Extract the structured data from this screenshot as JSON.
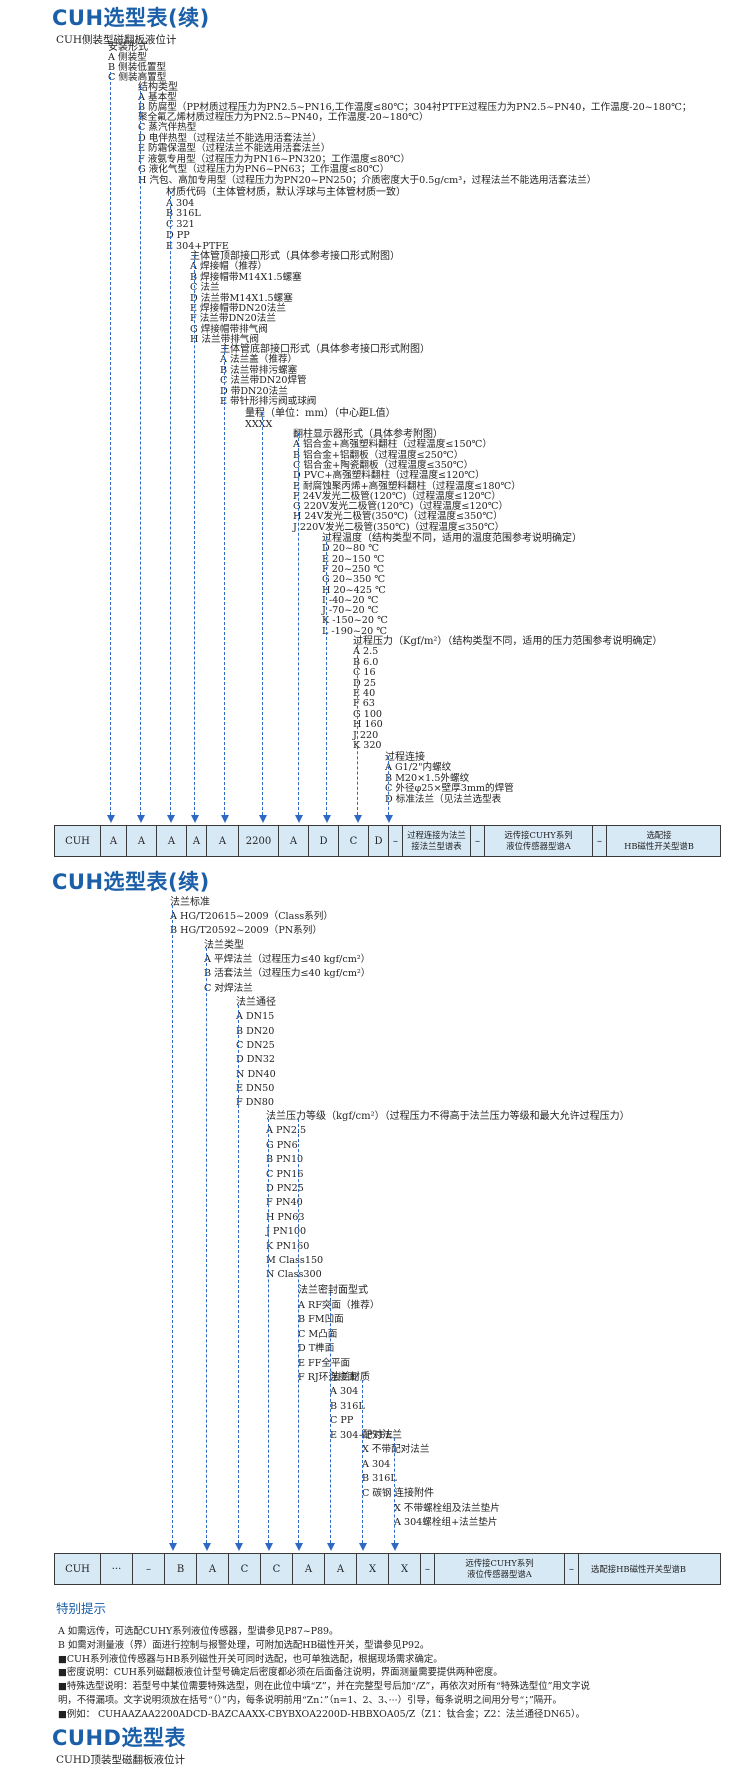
{
  "section1": {
    "title": "CUH选型表(续)",
    "subtitle": "CUH侧装型磁翻板液位计",
    "lines": [
      "安装形式",
      "A  侧装型",
      "B  侧装低置型",
      "C  侧装高置型",
      "结构类型",
      "A  基本型",
      "B  防腐型（PP材质过程压力为PN2.5~PN16,工作温度≤80℃；304衬PTFE过程压力为PN2.5~PN40，工作温度-20~180℃；",
      "聚全氟乙烯材质过程压力为PN2.5~PN40，工作温度-20~180℃）",
      "C  蒸汽伴热型",
      "D  电伴热型（过程法兰不能选用活套法兰）",
      "E  防霜保温型（过程法兰不能选用活套法兰）",
      "F  液氨专用型（过程压力为PN16~PN320；工作温度≤80℃）",
      "G  液化气型（过程压力为PN6~PN63；工作温度≤80℃）",
      "H  汽包、高加专用型（过程压力为PN20~PN250；介质密度大于0.5g/cm³，过程法兰不能选用活套法兰）",
      "材质代码（主体管材质，默认浮球与主体管材质一致）",
      "A  304",
      "B  316L",
      "C  321",
      "D  PP",
      "E  304+PTFE",
      "主体管顶部接口形式（具体参考接口形式附图）",
      "A  焊接帽（推荐）",
      "B  焊接帽带M14X1.5螺塞",
      "C  法兰",
      "D  法兰带M14X1.5螺塞",
      "E  焊接帽带DN20法兰",
      "F  法兰带DN20法兰",
      "G  焊接帽带排气阀",
      "H  法兰带排气阀",
      "主体管底部接口形式（具体参考接口形式附图）",
      "A  法兰盖（推荐）",
      "B  法兰带排污螺塞",
      "C  法兰带DN20焊管",
      "D  带DN20法兰",
      "E  带针形排污阀或球阀",
      "量程（单位：mm）（中心距L值）",
      "XXXX",
      "翻柱显示器形式（具体参考附图）",
      "A  铝合金+高强塑料翻柱（过程温度≤150℃）",
      "B  铝合金+铝翻板（过程温度≤250℃）",
      "C  铝合金+陶瓷翻板（过程温度≤350℃）",
      "D  PVC+高强塑料翻柱（过程温度≤120℃）",
      "E  耐腐蚀聚丙烯+高强塑料翻柱（过程温度≤180℃）",
      "F  24V发光二极管(120℃)（过程温度≤120℃）",
      "G  220V发光二极管(120℃)（过程温度≤120℃）",
      "H  24V发光二极管(350℃)（过程温度≤350℃）",
      "J  220V发光二极管(350℃)（过程温度≤350℃）",
      "过程温度（结构类型不同，适用的温度范围参考说明确定）",
      "D  20~80 ℃",
      "E  20~150 ℃",
      "F  20~250 ℃",
      "G  20~350 ℃",
      "H  20~425 ℃",
      "I  -40~20 ℃",
      "J  -70~20 ℃",
      "K  -150~20 ℃",
      "L  -190~20 ℃",
      "过程压力（Kgf/m²）（结构类型不同，适用的压力范围参考说明确定）",
      "A  2.5",
      "B  6.0",
      "C  16",
      "D  25",
      "E  40",
      "F  63",
      "G  100",
      "H  160",
      "J  220",
      "K  320",
      "过程连接",
      "A  G1/2\"内螺纹",
      "B  M20×1.5外螺纹",
      "C  外径φ25×壁厚3mm的焊管",
      "D  标准法兰（见法兰选型表"
    ],
    "code_cells": [
      "CUH",
      "A",
      "A",
      "A",
      "A",
      "A",
      "2200",
      "A",
      "D",
      "C",
      "D",
      "–",
      "过程连接为法兰\n接法兰型谱表",
      "–",
      "远传接CUHY系列\n液位传感器型谱A",
      "–",
      "选配接\nHB磁性开关型谱B"
    ]
  },
  "section2": {
    "title": "CUH选型表(续)",
    "lines": [
      "法兰标准",
      "A  HG/T20615~2009（Class系列）",
      "B  HG/T20592~2009（PN系列）",
      "法兰类型",
      "A  平焊法兰（过程压力≤40 kgf/cm²）",
      "B  活套法兰（过程压力≤40 kgf/cm²）",
      "C  对焊法兰",
      "法兰通径",
      "A  DN15",
      "B  DN20",
      "C  DN25",
      "D  DN32",
      "N  DN40",
      "E  DN50",
      "F  DN80",
      "法兰压力等级（kgf/cm²）（过程压力不得高于法兰压力等级和最大允许过程压力）",
      "A  PN2.5",
      "G  PN6",
      "B  PN10",
      "C  PN16",
      "D  PN25",
      "F  PN40",
      "H PN63",
      "J  PN100",
      "K PN160",
      "M Class150",
      "N Class300",
      "法兰密封面型式",
      "A  RF突面（推荐）",
      "B  FM凹面",
      "C  M凸面",
      "D  T榫面",
      "E  FF全平面",
      "F  RJ环连接面",
      "法兰材质",
      "A  304",
      "B  316L",
      "C  PP",
      "E  304+PTFE",
      "配对法兰",
      "X  不带配对法兰",
      "A  304",
      "B  316L",
      "C  碳钢",
      "连接附件",
      "X  不带螺栓组及法兰垫片",
      "A  304螺栓组+法兰垫片"
    ],
    "code_cells": [
      "CUH",
      "···",
      "–",
      "B",
      "A",
      "C",
      "C",
      "A",
      "A",
      "X",
      "X",
      "–",
      "远传接CUHY系列\n液位传感器型谱A",
      "–",
      "选配接HB磁性开关型谱B"
    ]
  },
  "notes": {
    "title": "特别提示",
    "lines": [
      "A  如需远传，可选配CUHY系列液位传感器，型谱参见P87~P89。",
      "B  如需对测量液（界）面进行控制与报警处理，可附加选配HB磁性开关，型谱参见P92。",
      "■CUH系列液位传感器与HB系列磁性开关可同时选配，也可单独选配，根据现场需求确定。",
      "■密度说明：CUH系列磁翻板液位计型号确定后密度都必须在后面备注说明，界面测量需要提供两种密度。",
      "■特殊选型说明：若型号中某位需要特殊选型，则在此位中填“Z”，并在完整型号后加“/Z”，再依次对所有“特殊选型位”用文字说",
      "  明，不得漏项。文字说明须放在括号“（）”内，每条说明前用“Zn：”（n=1、2、3、···）引导，每条说明之间用分号“；”隔开。",
      "■例如：  CUHAAZAA2200ADCD-BAZCAAXX-CBYBXOA2200D-HBBXOA05/Z（Z1：钛合金；Z2：法兰通径DN65）。"
    ]
  },
  "section3": {
    "title": "CUHD选型表",
    "subtitle": "CUHD顶装型磁翻板液位计"
  }
}
